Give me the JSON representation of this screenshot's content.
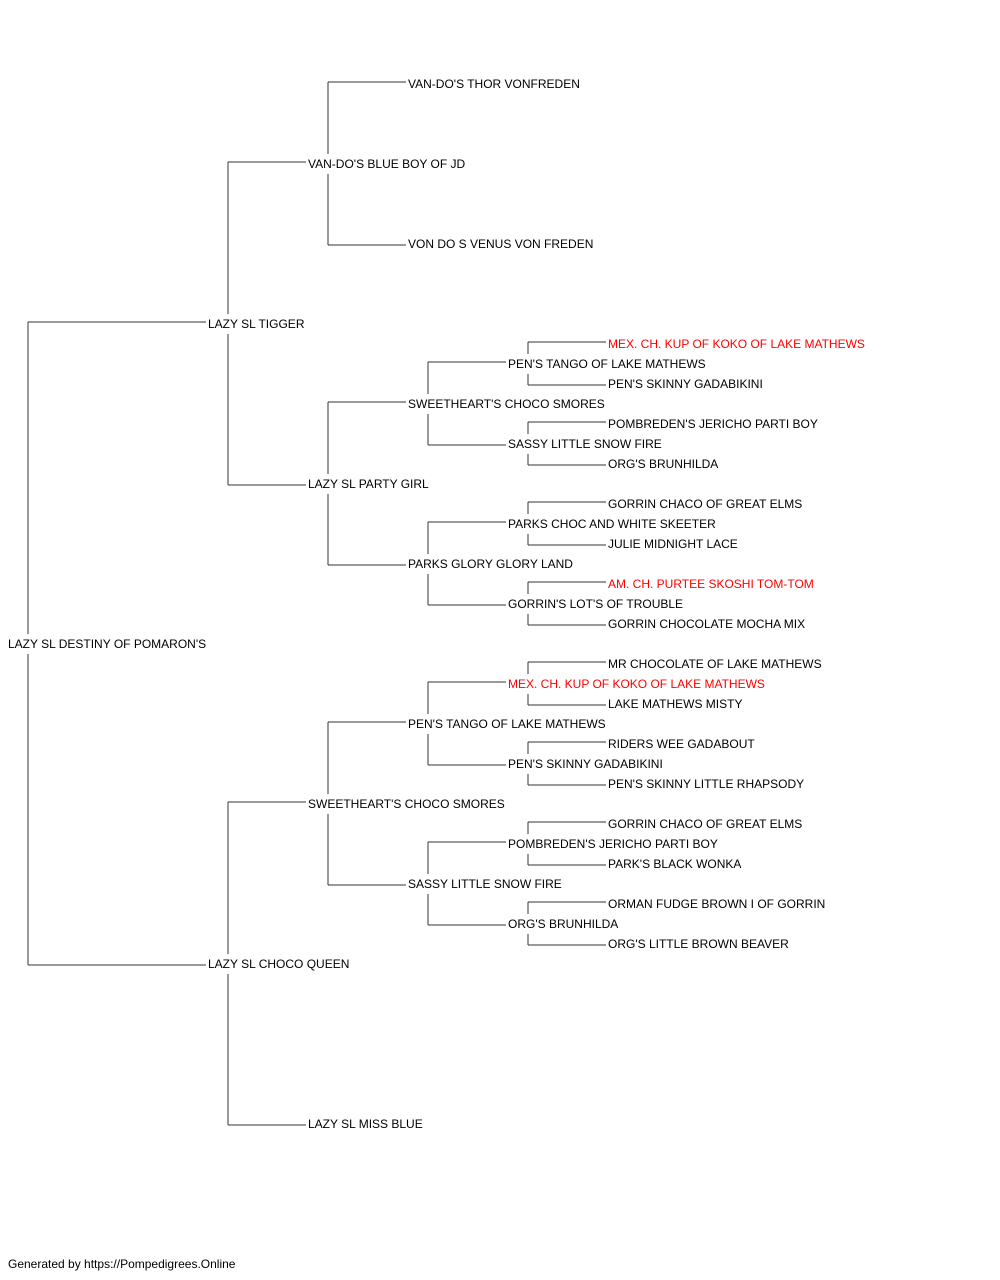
{
  "colors": {
    "line": "#333333",
    "text": "#000000",
    "champion": "#ff0000"
  },
  "footer": "Generated by https://Pompedigrees.Online",
  "pedigree": {
    "name": "LAZY SL DESTINY OF POMARON'S",
    "sire": {
      "name": "LAZY SL TIGGER",
      "sire": {
        "name": "VAN-DO'S BLUE BOY OF JD",
        "sire": {
          "name": "VAN-DO'S THOR VONFREDEN"
        },
        "dam": {
          "name": "VON DO S VENUS VON FREDEN"
        }
      },
      "dam": {
        "name": "LAZY SL PARTY GIRL",
        "sire": {
          "name": "SWEETHEART'S CHOCO SMORES",
          "sire": {
            "name": "PEN'S TANGO OF LAKE MATHEWS",
            "sire": {
              "name": "MEX. CH. KUP OF KOKO OF LAKE MATHEWS",
              "champion": true
            },
            "dam": {
              "name": "PEN'S SKINNY GADABIKINI"
            }
          },
          "dam": {
            "name": "SASSY LITTLE SNOW FIRE",
            "sire": {
              "name": "POMBREDEN'S JERICHO PARTI BOY"
            },
            "dam": {
              "name": "ORG'S BRUNHILDA"
            }
          }
        },
        "dam": {
          "name": "PARKS GLORY GLORY LAND",
          "sire": {
            "name": "PARKS CHOC AND WHITE SKEETER",
            "sire": {
              "name": "GORRIN CHACO OF GREAT ELMS"
            },
            "dam": {
              "name": "JULIE MIDNIGHT LACE"
            }
          },
          "dam": {
            "name": "GORRIN'S LOT'S OF TROUBLE",
            "sire": {
              "name": "AM. CH. PURTEE SKOSHI TOM-TOM",
              "champion": true
            },
            "dam": {
              "name": "GORRIN CHOCOLATE MOCHA MIX"
            }
          }
        }
      }
    },
    "dam": {
      "name": "LAZY SL CHOCO QUEEN",
      "sire": {
        "name": "SWEETHEART'S CHOCO SMORES",
        "sire": {
          "name": "PEN'S TANGO OF LAKE MATHEWS",
          "sire": {
            "name": "MEX. CH. KUP OF KOKO OF LAKE MATHEWS",
            "champion": true,
            "sire": {
              "name": "MR CHOCOLATE OF LAKE MATHEWS"
            },
            "dam": {
              "name": "LAKE MATHEWS MISTY"
            }
          },
          "dam": {
            "name": "PEN'S SKINNY GADABIKINI",
            "sire": {
              "name": "RIDERS WEE GADABOUT"
            },
            "dam": {
              "name": "PEN'S SKINNY LITTLE RHAPSODY"
            }
          }
        },
        "dam": {
          "name": "SASSY LITTLE SNOW FIRE",
          "sire": {
            "name": "POMBREDEN'S JERICHO PARTI BOY",
            "sire": {
              "name": "GORRIN CHACO OF GREAT ELMS"
            },
            "dam": {
              "name": "PARK'S BLACK WONKA"
            }
          },
          "dam": {
            "name": "ORG'S BRUNHILDA",
            "sire": {
              "name": "ORMAN FUDGE BROWN I OF GORRIN"
            },
            "dam": {
              "name": "ORG'S LITTLE BROWN BEAVER"
            }
          }
        }
      },
      "dam": {
        "name": "LAZY SL MISS BLUE"
      }
    }
  }
}
